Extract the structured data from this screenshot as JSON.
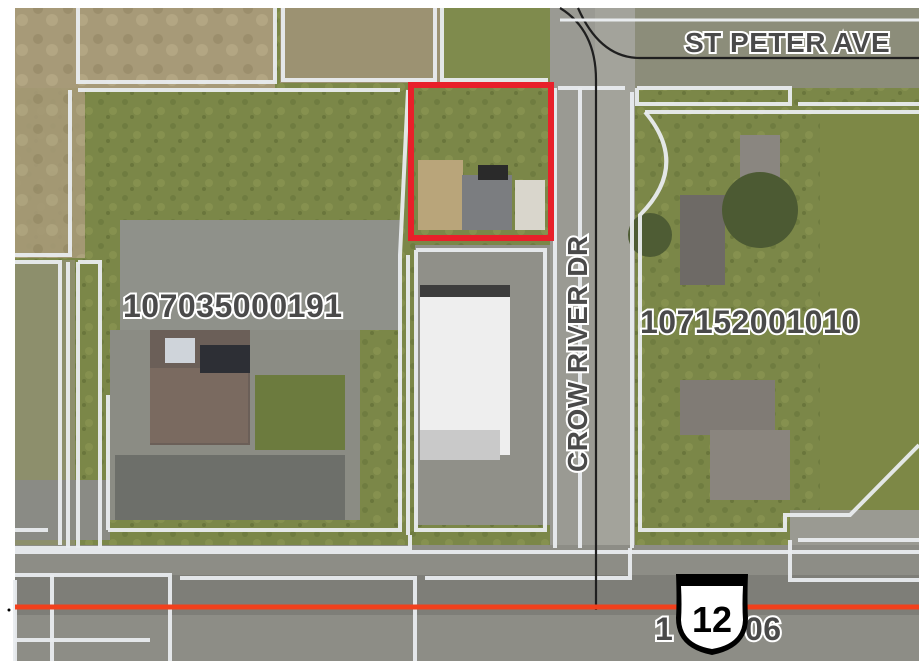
{
  "map": {
    "streets": {
      "st_peter": "ST PETER AVE",
      "crow_river": "CROW RIVER DR"
    },
    "parcels": {
      "west": "107035000191",
      "east": "107152001010",
      "south_partial": "1",
      "south_partial_end": "06"
    },
    "highway_shield": {
      "number": "12",
      "type": "US Route"
    },
    "colors": {
      "selection": "#e8202a",
      "route_line": "#f2401c",
      "parcel_outline": "#eef0f2",
      "vegetation": "#7d8a4c",
      "pavement": "#8f8f8a"
    }
  }
}
